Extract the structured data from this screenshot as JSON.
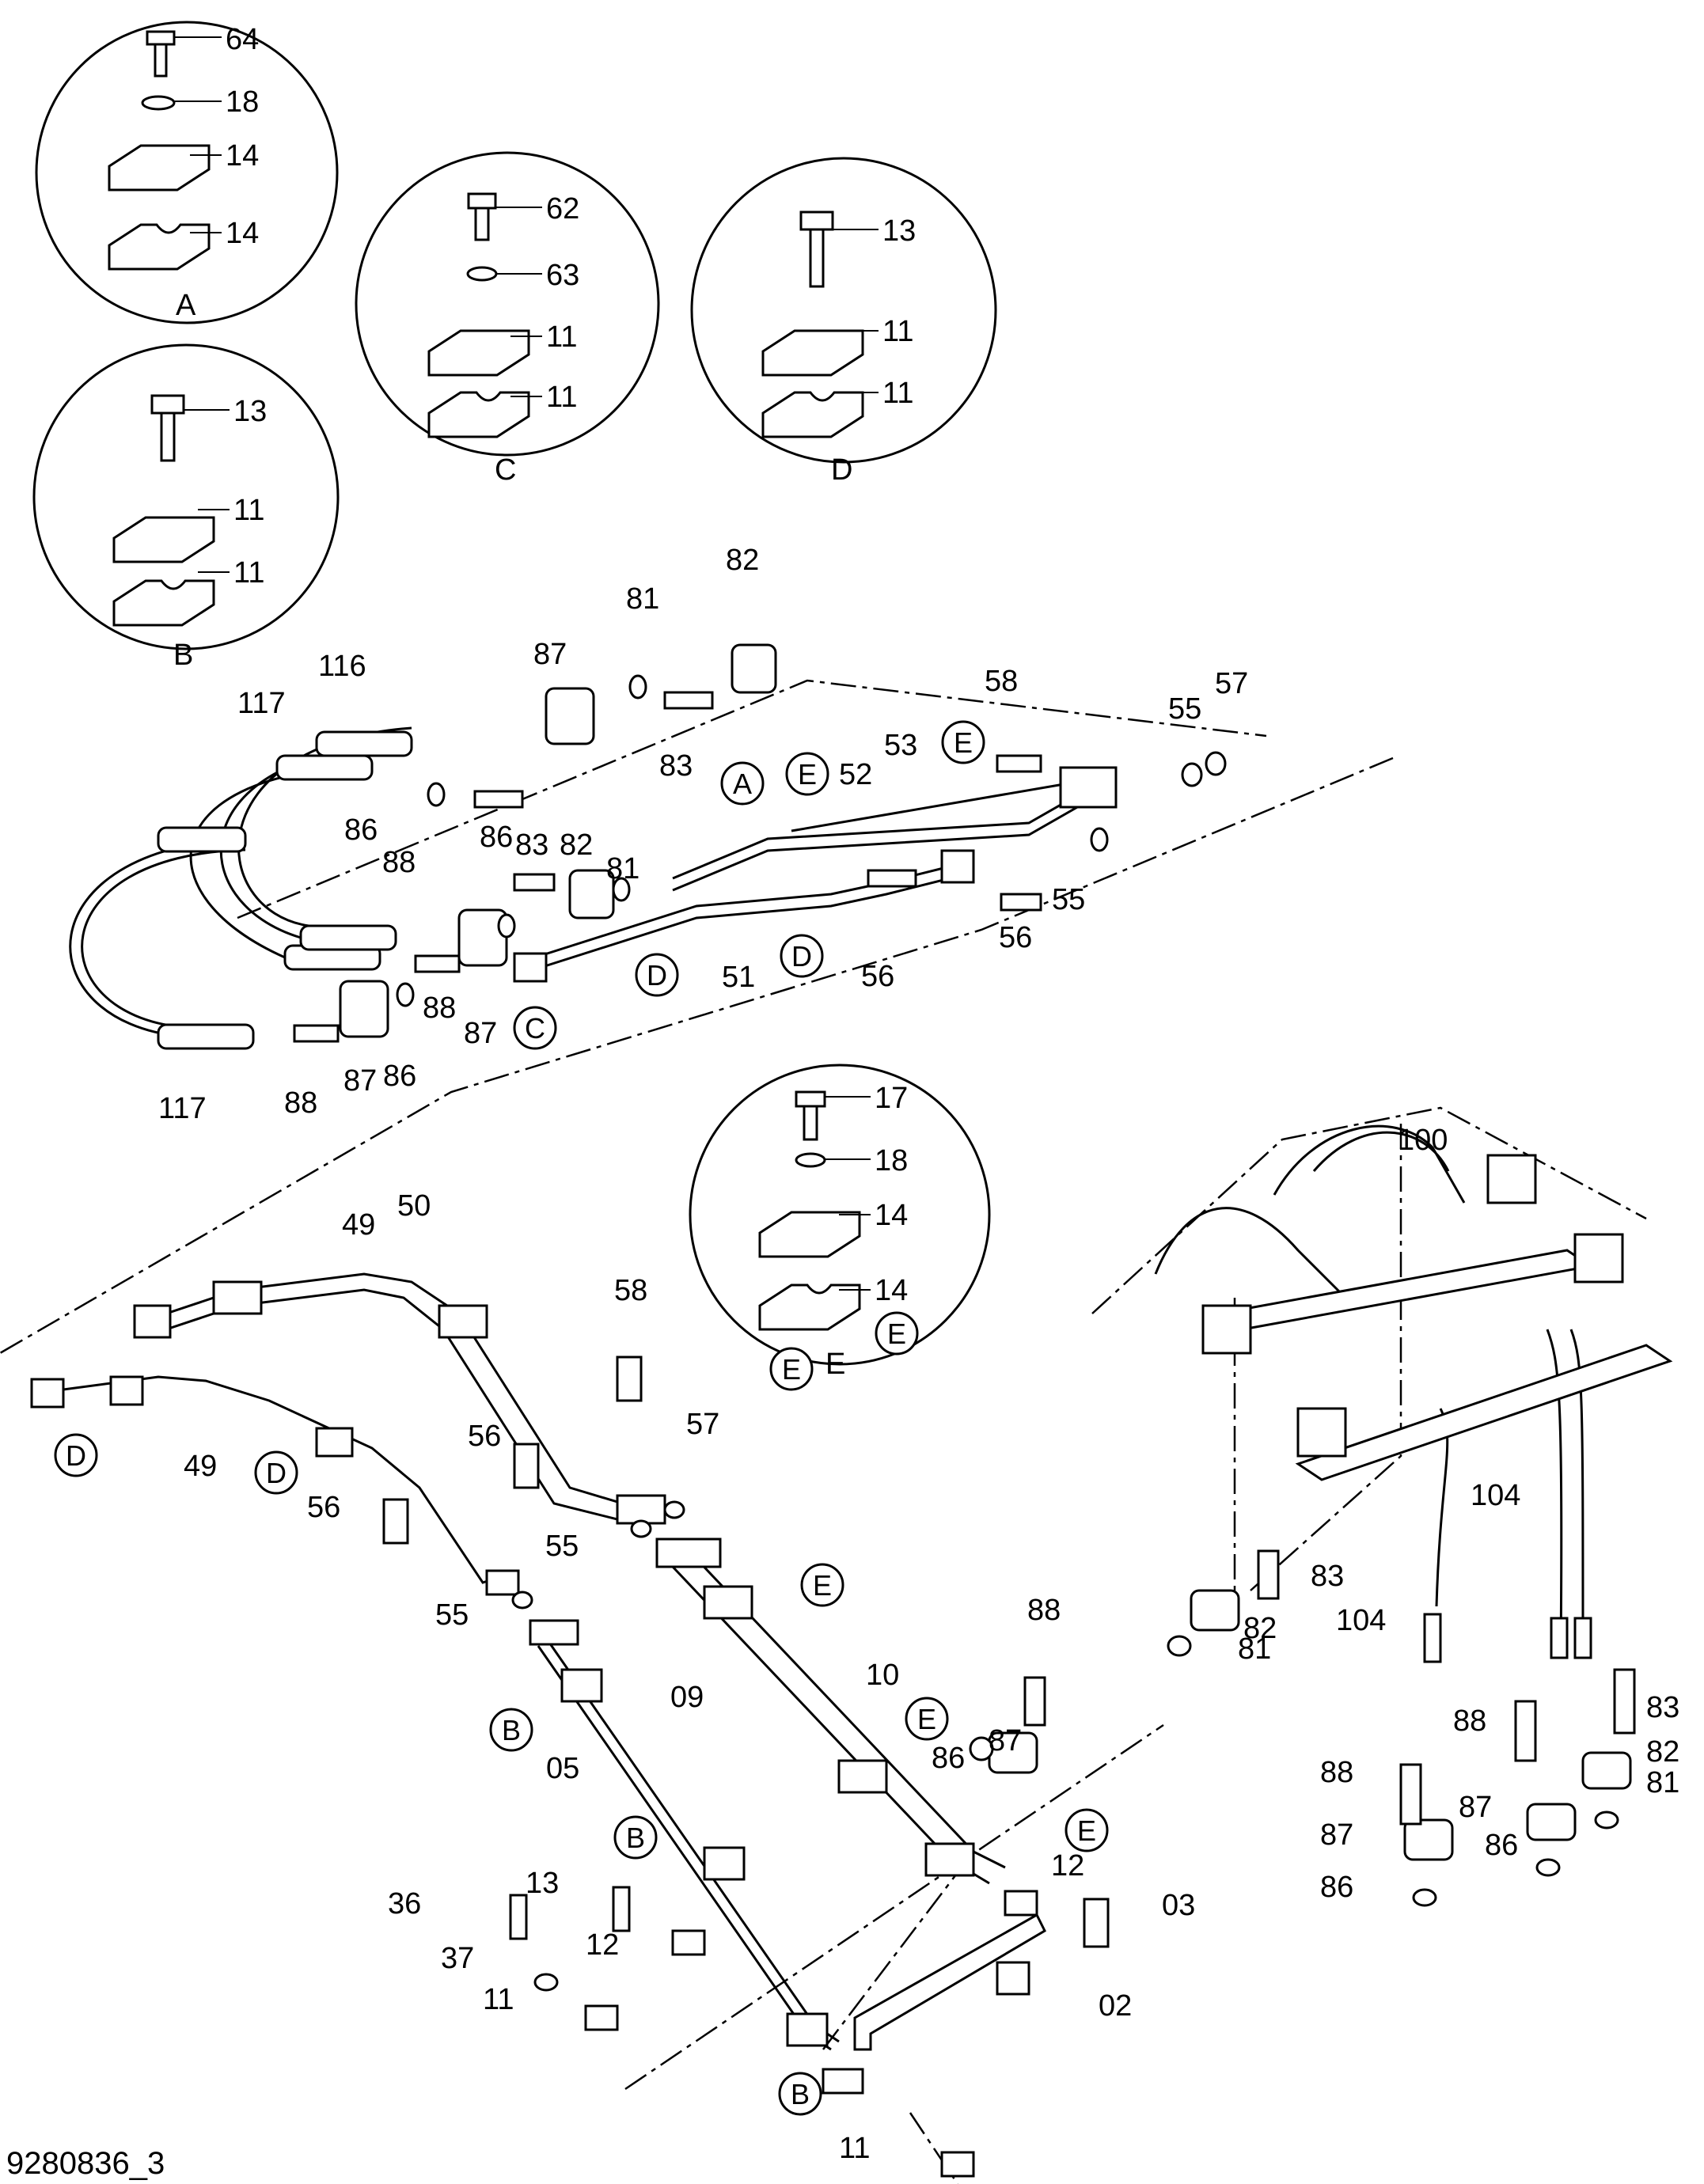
{
  "diagram_id": "9280836_3",
  "detail_views": [
    {
      "key": "A",
      "labels": [
        "64",
        "18",
        "14",
        "14"
      ]
    },
    {
      "key": "B",
      "labels": [
        "13",
        "11",
        "11"
      ]
    },
    {
      "key": "C",
      "labels": [
        "62",
        "63",
        "11",
        "11"
      ]
    },
    {
      "key": "D",
      "labels": [
        "13",
        "11",
        "11"
      ]
    },
    {
      "key": "E",
      "labels": [
        "17",
        "18",
        "14",
        "14"
      ]
    }
  ],
  "ref_markers": [
    "A",
    "E",
    "E",
    "C",
    "D",
    "D",
    "E",
    "E",
    "D",
    "D",
    "E",
    "E",
    "B",
    "B",
    "B",
    "E"
  ],
  "callouts": [
    "82",
    "81",
    "83",
    "116",
    "117",
    "87",
    "86",
    "88",
    "58",
    "55",
    "57",
    "53",
    "52",
    "83",
    "82",
    "81",
    "86",
    "88",
    "87",
    "86",
    "117",
    "88",
    "87",
    "51",
    "56",
    "56",
    "55",
    "50",
    "49",
    "49",
    "58",
    "57",
    "56",
    "55",
    "56",
    "55",
    "100",
    "104",
    "104",
    "83",
    "82",
    "81",
    "88",
    "87",
    "10",
    "09",
    "86",
    "05",
    "83",
    "82",
    "88",
    "87",
    "81",
    "88",
    "87",
    "86",
    "86",
    "12",
    "03",
    "02",
    "36",
    "13",
    "37",
    "12",
    "11",
    "11"
  ]
}
